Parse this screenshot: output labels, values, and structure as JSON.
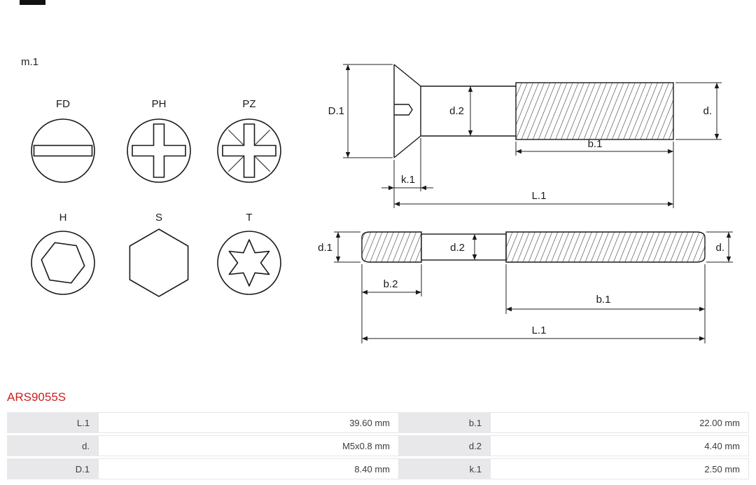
{
  "page": {
    "variant_label": "m.1",
    "part_number": "ARS9055S"
  },
  "colors": {
    "part_number_red": "#cc1f1f",
    "drawing_line": "#1a1a1a",
    "table_label_bg": "#e8e8ea",
    "table_value_border": "#e6e6e6"
  },
  "head_types": [
    "FD",
    "PH",
    "PZ",
    "H",
    "S",
    "T"
  ],
  "drawings": {
    "countersunk_screw": {
      "head_diameter_label": "D.1",
      "shank_diameter_label": "d.2",
      "thread_diameter_label": "d.",
      "thread_length_label": "b.1",
      "head_height_label": "k.1",
      "total_length_label": "L.1"
    },
    "stud": {
      "left_diameter_label": "d.1",
      "middle_diameter_label": "d.2",
      "thread_diameter_label": "d.",
      "left_thread_length_label": "b.2",
      "right_thread_length_label": "b.1",
      "total_length_label": "L.1"
    }
  },
  "spec_table": {
    "rows": [
      {
        "label1": "L.1",
        "value1": "39.60 mm",
        "label2": "b.1",
        "value2": "22.00 mm"
      },
      {
        "label1": "d.",
        "value1": "M5x0.8 mm",
        "label2": "d.2",
        "value2": "4.40 mm"
      },
      {
        "label1": "D.1",
        "value1": "8.40 mm",
        "label2": "k.1",
        "value2": "2.50 mm"
      }
    ]
  }
}
